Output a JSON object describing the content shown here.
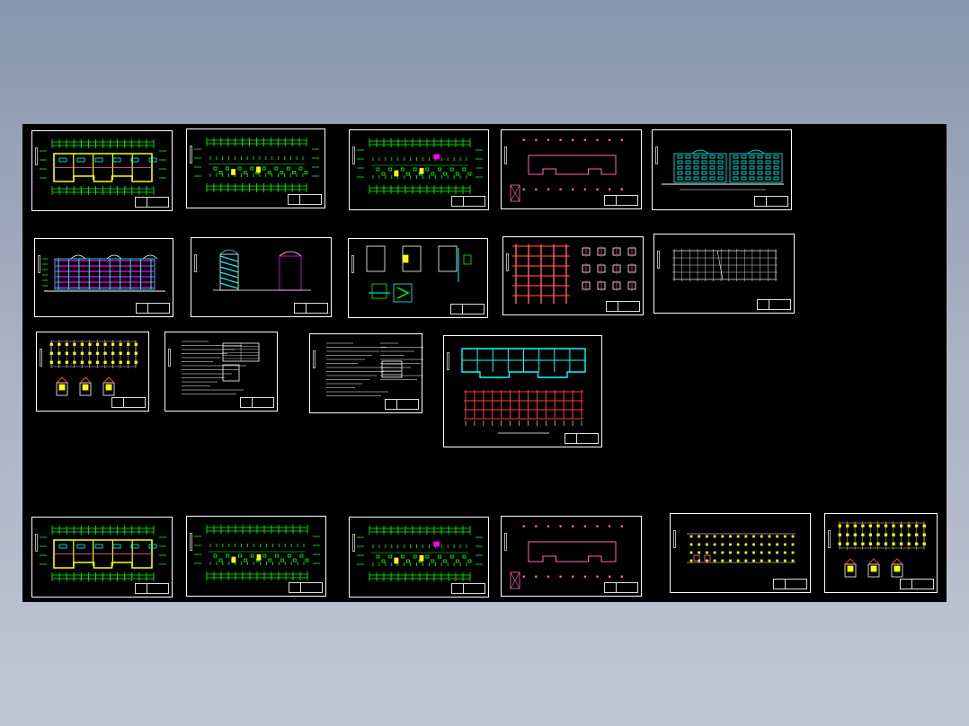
{
  "viewer": {
    "background_top": "#8796ab",
    "background_bottom": "#c2c6d3",
    "canvas_color": "#000000",
    "line_colors": [
      "#00ff00",
      "#ffff00",
      "#ff69b4",
      "#00ffff",
      "#ff00ff",
      "#ff3b3b",
      "#ffffff"
    ]
  },
  "sheets": [
    {
      "id": "s1",
      "kind": "plan-color",
      "icon": "floor-plan-drawing"
    },
    {
      "id": "s2",
      "kind": "plan-green",
      "icon": "floor-plan-drawing"
    },
    {
      "id": "s3",
      "kind": "plan-green-mag",
      "icon": "floor-plan-drawing"
    },
    {
      "id": "s4",
      "kind": "plan-pink",
      "icon": "roof-plan-drawing"
    },
    {
      "id": "s5",
      "kind": "elevation-cyan",
      "icon": "elevation-drawing"
    },
    {
      "id": "s6",
      "kind": "elevation-color",
      "icon": "elevation-drawing"
    },
    {
      "id": "s7",
      "kind": "section",
      "icon": "section-drawing"
    },
    {
      "id": "s8",
      "kind": "details",
      "icon": "detail-drawing"
    },
    {
      "id": "s9",
      "kind": "structure-red",
      "icon": "structure-drawing"
    },
    {
      "id": "s10",
      "kind": "grid-white",
      "icon": "grid-drawing"
    },
    {
      "id": "s11",
      "kind": "foundation",
      "icon": "foundation-drawing"
    },
    {
      "id": "s12",
      "kind": "notes-table",
      "icon": "notes-drawing"
    },
    {
      "id": "s13",
      "kind": "notes-text",
      "icon": "notes-drawing"
    },
    {
      "id": "s14",
      "kind": "beam-plan",
      "icon": "beam-plan-drawing"
    },
    {
      "id": "s15",
      "kind": "plan-color",
      "icon": "floor-plan-drawing"
    },
    {
      "id": "s16",
      "kind": "plan-green",
      "icon": "floor-plan-drawing"
    },
    {
      "id": "s17",
      "kind": "plan-green-mag",
      "icon": "floor-plan-drawing"
    },
    {
      "id": "s18",
      "kind": "plan-pink",
      "icon": "roof-plan-drawing"
    },
    {
      "id": "s19",
      "kind": "grid-yellow",
      "icon": "column-plan-drawing"
    },
    {
      "id": "s20",
      "kind": "foundation-yellow",
      "icon": "foundation-drawing"
    }
  ]
}
